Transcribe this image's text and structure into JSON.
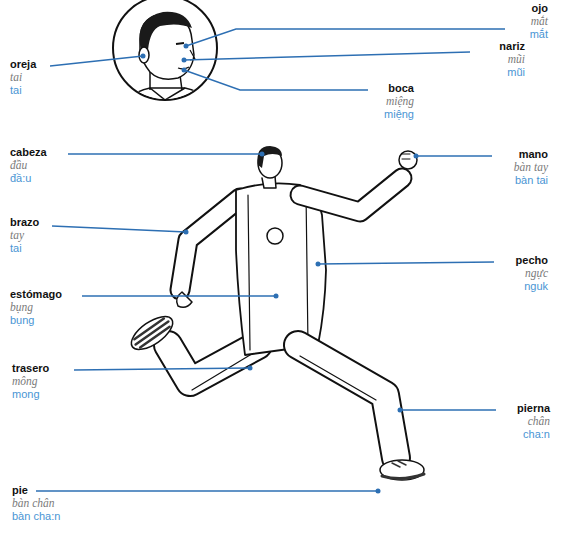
{
  "diagram": {
    "labels": [
      "ojo",
      "mắt",
      "mắt",
      "nariz",
      "mũi",
      "mũi",
      "oreja",
      "tai",
      "tai",
      "boca",
      "miệng",
      "miệng",
      "cabeza",
      "đầu",
      "đầ:u",
      "mano",
      "bàn tay",
      "bàn tai",
      "brazo",
      "tay",
      "tai",
      "pecho",
      "ngực",
      "nguk",
      "estómago",
      "bụng",
      "bụng",
      "trasero",
      "mông",
      "mong",
      "pierna",
      "chân",
      "cha:n",
      "pie",
      "bàn chân",
      "bàn cha:n"
    ]
  }
}
